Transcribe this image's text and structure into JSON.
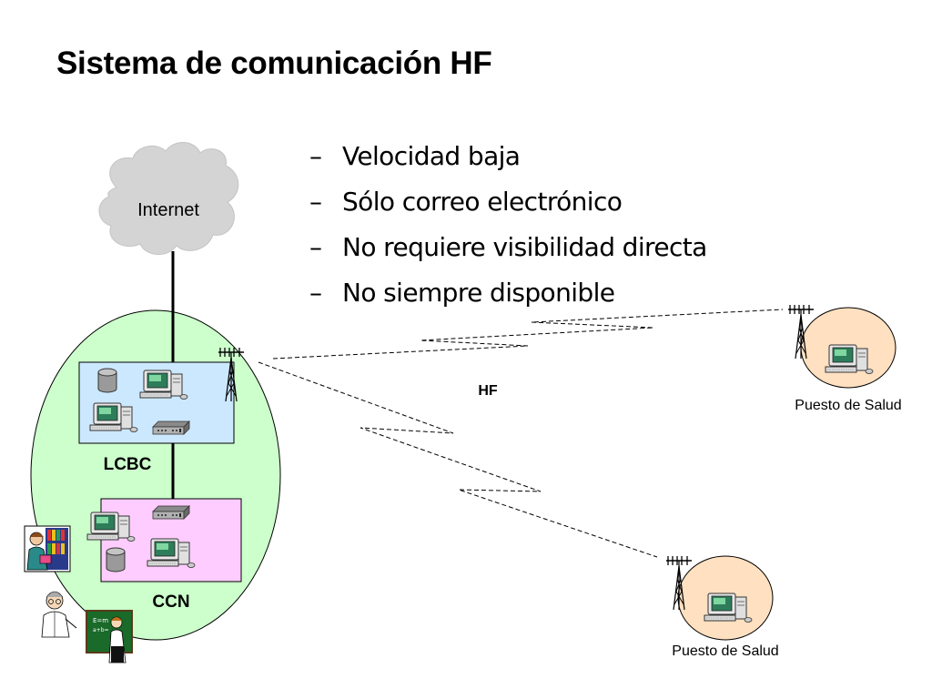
{
  "slide": {
    "title": "Sistema de comunicación HF",
    "bullets": [
      {
        "dash": "–",
        "text": "Velocidad baja"
      },
      {
        "dash": "–",
        "text": "Sólo correo electrónico"
      },
      {
        "dash": "–",
        "text": "No requiere visibilidad directa"
      },
      {
        "dash": "–",
        "text": "No siempre disponible"
      }
    ]
  },
  "diagram": {
    "cloud_label": "Internet",
    "link_label": "HF",
    "node_top": "LCBC",
    "node_bottom": "CCN",
    "remote_1": "Puesto de Salud",
    "remote_2": "Puesto de Salud"
  },
  "colors": {
    "campus_fill": "#ccffcc",
    "lcbc_fill": "#cce8ff",
    "ccn_fill": "#ffccff",
    "remote_fill": "#ffe0c0",
    "cloud_fill": "#d4d4d4"
  },
  "icons": [
    "cloud-icon",
    "database-icon",
    "computer-icon",
    "modem-icon",
    "antenna-icon",
    "teacher-clipart-icon",
    "reader-clipart-icon",
    "chalkboard-clipart-icon"
  ]
}
